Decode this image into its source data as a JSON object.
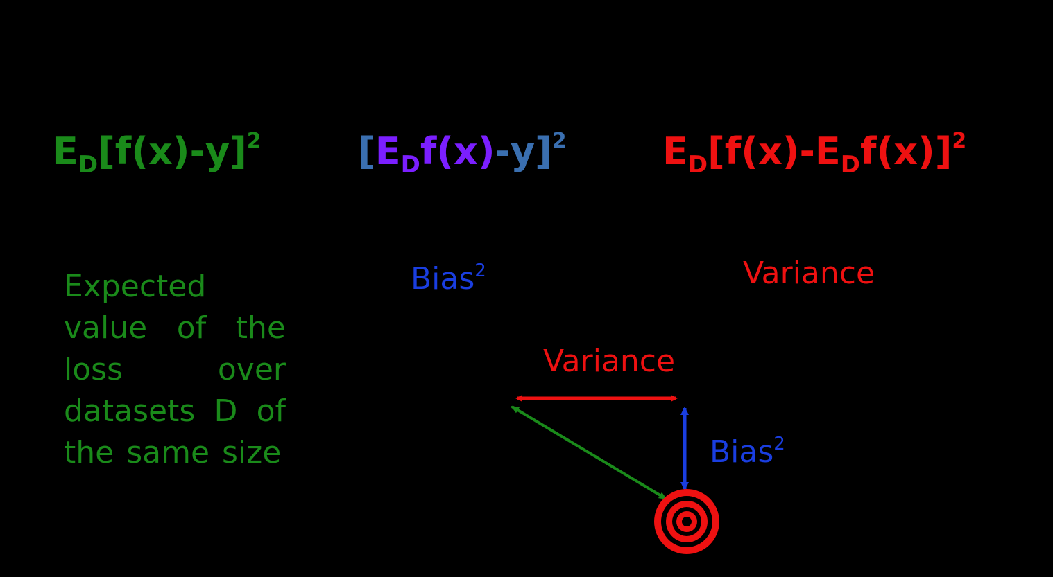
{
  "colors": {
    "total": "#1a8a1a",
    "bias_bracket": "#3a6fb0",
    "bias_inner": "#7b1fff",
    "variance": "#ee1111",
    "bias_label": "#1a3ee0",
    "background": "#000000"
  },
  "formulas": {
    "total": {
      "E": "E",
      "sub": "D",
      "body": "[f(x)-y]",
      "power": "2"
    },
    "bias": {
      "open": "[",
      "E": "E",
      "sub": "D",
      "inner": "f(x)",
      "rest": "-y]",
      "power": "2"
    },
    "variance": {
      "E1": "E",
      "sub1": "D",
      "mid": "[f(x)-",
      "E2": "E",
      "sub2": "D",
      "end": "f(x)]",
      "power": "2"
    }
  },
  "labels": {
    "description": "Expected value of the loss over datasets D of the same size",
    "bias": "Bias",
    "bias_power": "2",
    "variance": "Variance"
  },
  "diagram": {
    "variance_label": "Variance",
    "bias_label": "Bias",
    "bias_power": "2",
    "target_icon": "bullseye-target-icon"
  }
}
